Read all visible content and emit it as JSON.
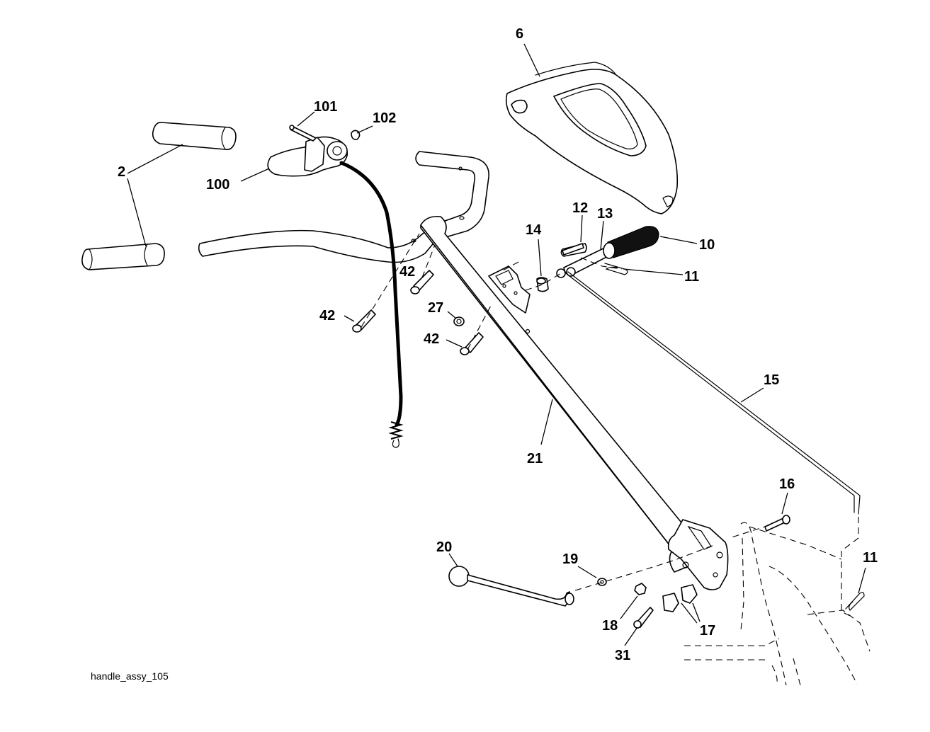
{
  "diagram": {
    "caption": "handle_assy_105",
    "callouts": {
      "c2": "2",
      "c6": "6",
      "c10": "10",
      "c11a": "11",
      "c11b": "11",
      "c12": "12",
      "c13": "13",
      "c14": "14",
      "c15": "15",
      "c16": "16",
      "c17": "17",
      "c18": "18",
      "c19": "19",
      "c20": "20",
      "c21": "21",
      "c27": "27",
      "c31": "31",
      "c42a": "42",
      "c42b": "42",
      "c42c": "42",
      "c100": "100",
      "c101": "101",
      "c102": "102"
    }
  }
}
